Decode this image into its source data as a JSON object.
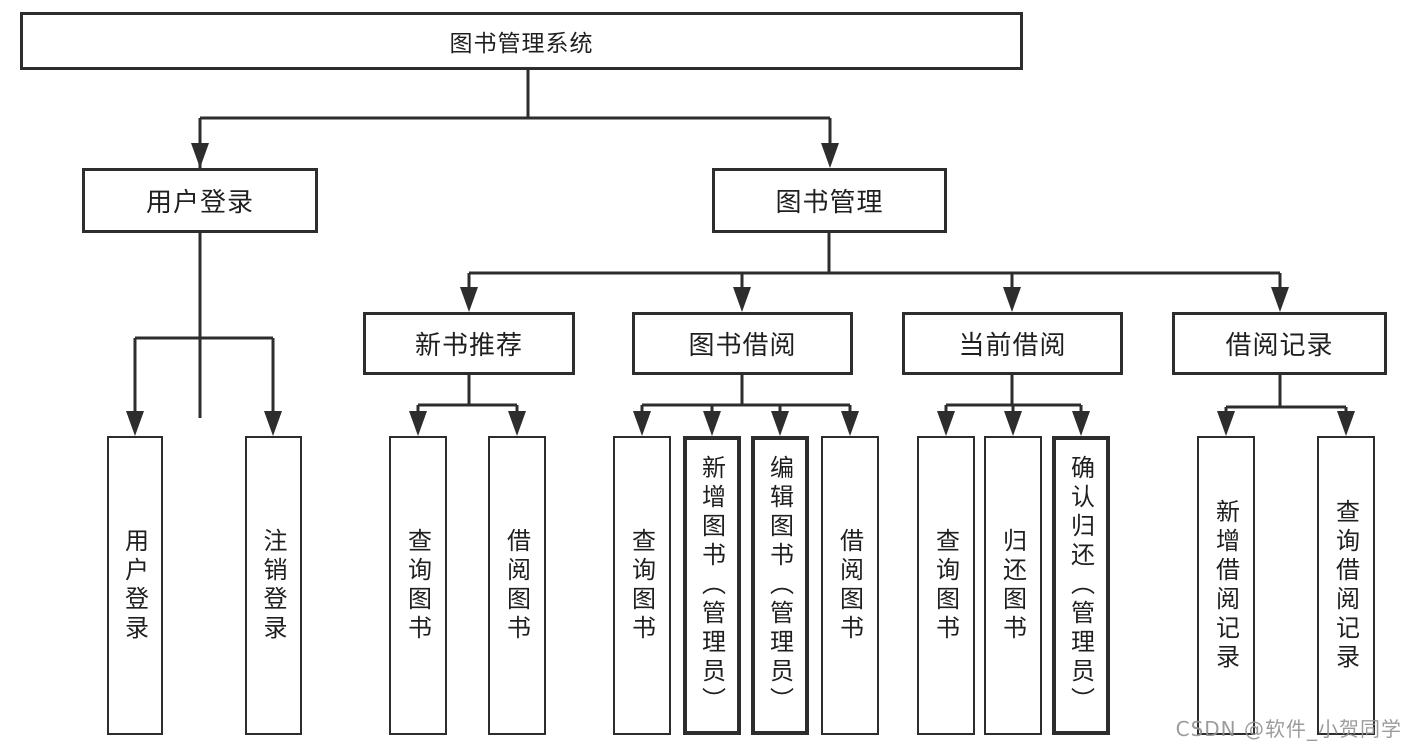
{
  "diagram_title": "图书管理系统",
  "watermark": "CSDN @软件_小贺同学",
  "colors": {
    "line": "#2d2d2d",
    "box_border": "#2d2d2d",
    "text": "#1f1f1f",
    "background": "#ffffff",
    "watermark": "#949494"
  },
  "nodes": {
    "root": "图书管理系统",
    "user_login": "用户登录",
    "book_management": "图书管理",
    "new_book_recommend": "新书推荐",
    "book_borrow": "图书借阅",
    "current_borrow": "当前借阅",
    "borrow_records": "借阅记录",
    "v_user_login": "用户登录",
    "v_logout": "注销登录",
    "v_query_books_1": "查询图书",
    "v_borrow_books_1": "借阅图书",
    "v_query_books_2": "查询图书",
    "v_add_books_admin": "新增图书（管理员）",
    "v_edit_books_admin": "编辑图书（管理员）",
    "v_borrow_books_2": "借阅图书",
    "v_query_books_3": "查询图书",
    "v_return_books": "归还图书",
    "v_confirm_return_admin": "确认归还（管理员）",
    "v_add_borrow_record": "新增借阅记录",
    "v_query_borrow_record": "查询借阅记录"
  },
  "hierarchy": {
    "图书管理系统": {
      "用户登录": [
        "用户登录",
        "注销登录"
      ],
      "图书管理": {
        "新书推荐": [
          "查询图书",
          "借阅图书"
        ],
        "图书借阅": [
          "查询图书",
          "新增图书（管理员）",
          "编辑图书（管理员）",
          "借阅图书"
        ],
        "当前借阅": [
          "查询图书",
          "归还图书",
          "确认归还（管理员）"
        ],
        "借阅记录": [
          "新增借阅记录",
          "查询借阅记录"
        ]
      }
    }
  }
}
